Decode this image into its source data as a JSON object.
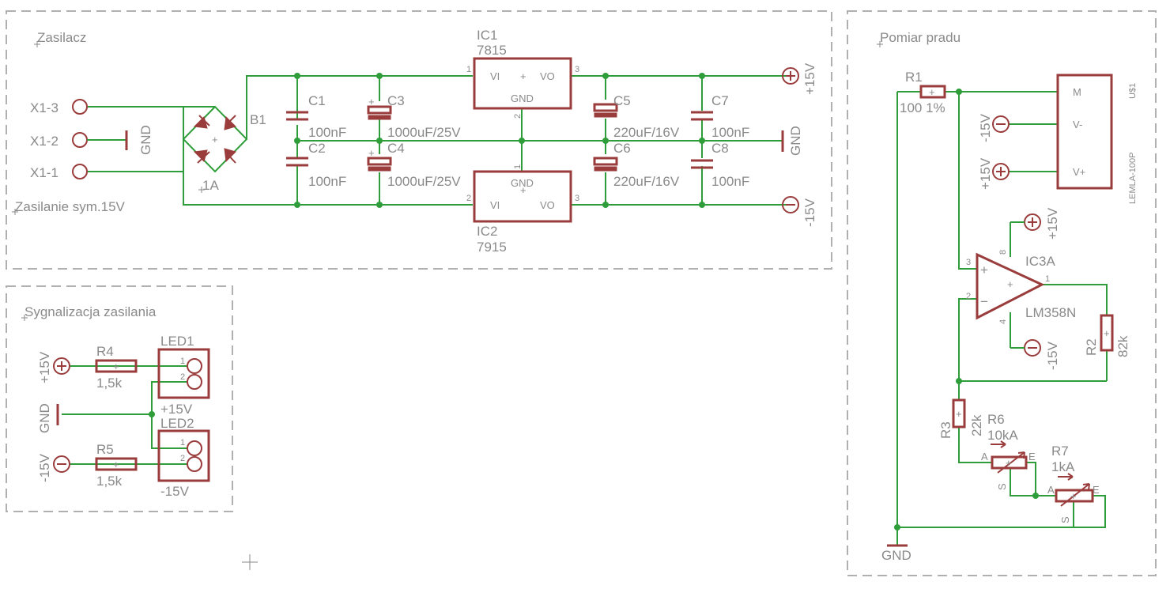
{
  "sheets": {
    "supply": "Zasilacz",
    "signal": "Sygnalizacja zasilania",
    "measure": "Pomiar pradu",
    "sym": "Zasilanie sym.15V"
  },
  "connectors": {
    "x13": "X1-3",
    "x12": "X1-2",
    "x11": "X1-1"
  },
  "bridge": {
    "name": "B1",
    "value": "1A"
  },
  "caps": {
    "c1": {
      "name": "C1",
      "value": "100nF"
    },
    "c2": {
      "name": "C2",
      "value": "100nF"
    },
    "c3": {
      "name": "C3",
      "value": "1000uF/25V"
    },
    "c4": {
      "name": "C4",
      "value": "1000uF/25V"
    },
    "c5": {
      "name": "C5",
      "value": "220uF/16V"
    },
    "c6": {
      "name": "C6",
      "value": "220uF/16V"
    },
    "c7": {
      "name": "C7",
      "value": "100nF"
    },
    "c8": {
      "name": "C8",
      "value": "100nF"
    }
  },
  "ic1": {
    "name": "IC1",
    "value": "7815",
    "vi": "VI",
    "vo": "VO",
    "gnd": "GND"
  },
  "ic2": {
    "name": "IC2",
    "value": "7915",
    "vi": "VI",
    "vo": "VO",
    "gnd": "GND"
  },
  "ic3": {
    "name": "IC3A",
    "value": "LM358N"
  },
  "sensor": {
    "name": "U$1",
    "value": "LEMLA-100P",
    "m": "M",
    "vm": "V-",
    "vp": "V+"
  },
  "res": {
    "r1": {
      "name": "R1",
      "value": "100 1%"
    },
    "r2": {
      "name": "R2",
      "value": "82k"
    },
    "r3": {
      "name": "R3",
      "value": "22k"
    },
    "r4": {
      "name": "R4",
      "value": "1,5k"
    },
    "r5": {
      "name": "R5",
      "value": "1,5k"
    },
    "r6": {
      "name": "R6",
      "value": "10kA"
    },
    "r7": {
      "name": "R7",
      "value": "1kA"
    }
  },
  "pot": {
    "a": "A",
    "e": "E",
    "s": "S"
  },
  "leds": {
    "led1": {
      "name": "LED1",
      "value": "+15V"
    },
    "led2": {
      "name": "LED2",
      "value": "-15V"
    }
  },
  "nets": {
    "p15": "+15V",
    "m15": "-15V",
    "gnd": "GND"
  },
  "pins": {
    "p1": "1",
    "p2": "2",
    "p3": "3",
    "p4": "4",
    "p8": "8"
  },
  "opamp": {
    "plus": "+",
    "minus": "−"
  }
}
